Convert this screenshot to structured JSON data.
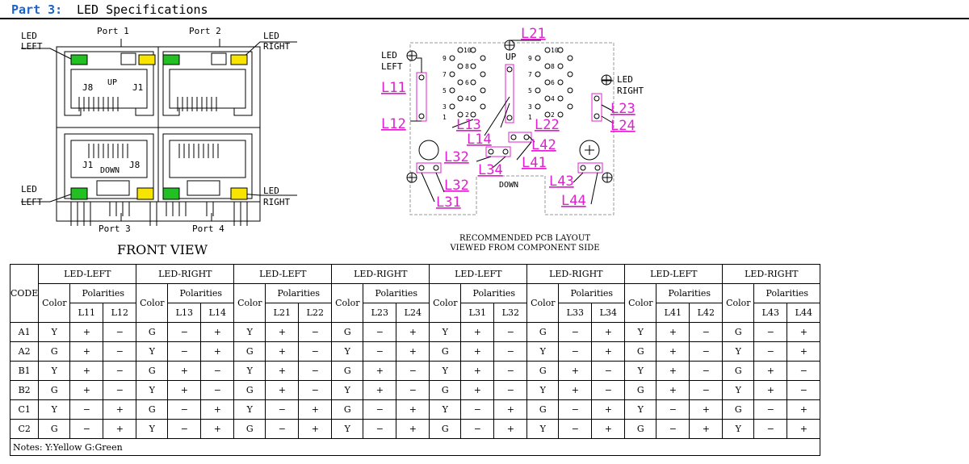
{
  "header": {
    "part_label": "Part 3:",
    "title": "LED Specifications"
  },
  "front_view": {
    "title": "FRONT VIEW",
    "labels": {
      "led_left_top": [
        "LED",
        "LEFT"
      ],
      "led_right_top": [
        "LED",
        "RIGHT"
      ],
      "led_left_bottom": [
        "LED",
        "LEFT"
      ],
      "led_right_bottom": [
        "LED",
        "RIGHT"
      ],
      "port1": "Port 1",
      "port2": "Port 2",
      "port3": "Port 3",
      "port4": "Port 4",
      "up": "UP",
      "down": "DOWN",
      "j8_top": "J8",
      "j1_top": "J1",
      "j1_bottom": "J1",
      "j8_bottom": "J8"
    },
    "colors": {
      "green": "#22c022",
      "yellow": "#f7e400"
    }
  },
  "pcb": {
    "caption_line1": "RECOMMENDED PCB LAYOUT",
    "caption_line2": "VIEWED FROM COMPONENT SIDE",
    "labels": {
      "led_left": [
        "LED",
        "LEFT"
      ],
      "led_right": [
        "LED",
        "RIGHT"
      ],
      "up": "UP",
      "down": "DOWN",
      "l11": "L11",
      "l12": "L12",
      "l13": "L13",
      "l14": "L14",
      "l21": "L21",
      "l22": "L22",
      "l23": "L23",
      "l24": "L24",
      "l31": "L31",
      "l32a": "L32",
      "l32b": "L32",
      "l34": "L34",
      "l41": "L41",
      "l42": "L42",
      "l43": "L43",
      "l44": "L44"
    },
    "pins": [
      "10",
      "9",
      "8",
      "7",
      "6",
      "5",
      "4",
      "3",
      "2",
      "1"
    ],
    "accent": "#e020d0"
  },
  "table": {
    "code_header": "CODE",
    "color_header": "Color",
    "polarities_header": "Polarities",
    "groups": [
      {
        "name": "LED-LEFT",
        "pols": [
          "L11",
          "L12"
        ]
      },
      {
        "name": "LED-RIGHT",
        "pols": [
          "L13",
          "L14"
        ]
      },
      {
        "name": "LED-LEFT",
        "pols": [
          "L21",
          "L22"
        ]
      },
      {
        "name": "LED-RIGHT",
        "pols": [
          "L23",
          "L24"
        ]
      },
      {
        "name": "LED-LEFT",
        "pols": [
          "L31",
          "L32"
        ]
      },
      {
        "name": "LED-RIGHT",
        "pols": [
          "L33",
          "L34"
        ]
      },
      {
        "name": "LED-LEFT",
        "pols": [
          "L41",
          "L42"
        ]
      },
      {
        "name": "LED-RIGHT",
        "pols": [
          "L43",
          "L44"
        ]
      }
    ],
    "rows": [
      {
        "code": "A1",
        "cells": [
          "Y",
          "+",
          "−",
          "G",
          "−",
          "+",
          "Y",
          "+",
          "−",
          "G",
          "−",
          "+",
          "Y",
          "+",
          "−",
          "G",
          "−",
          "+",
          "Y",
          "+",
          "−",
          "G",
          "−",
          "+"
        ]
      },
      {
        "code": "A2",
        "cells": [
          "G",
          "+",
          "−",
          "Y",
          "−",
          "+",
          "G",
          "+",
          "−",
          "Y",
          "−",
          "+",
          "G",
          "+",
          "−",
          "Y",
          "−",
          "+",
          "G",
          "+",
          "−",
          "Y",
          "−",
          "+"
        ]
      },
      {
        "code": "B1",
        "cells": [
          "Y",
          "+",
          "−",
          "G",
          "+",
          "−",
          "Y",
          "+",
          "−",
          "G",
          "+",
          "−",
          "Y",
          "+",
          "−",
          "G",
          "+",
          "−",
          "Y",
          "+",
          "−",
          "G",
          "+",
          "−"
        ]
      },
      {
        "code": "B2",
        "cells": [
          "G",
          "+",
          "−",
          "Y",
          "+",
          "−",
          "G",
          "+",
          "−",
          "Y",
          "+",
          "−",
          "G",
          "+",
          "−",
          "Y",
          "+",
          "−",
          "G",
          "+",
          "−",
          "Y",
          "+",
          "−"
        ]
      },
      {
        "code": "C1",
        "cells": [
          "Y",
          "−",
          "+",
          "G",
          "−",
          "+",
          "Y",
          "−",
          "+",
          "G",
          "−",
          "+",
          "Y",
          "−",
          "+",
          "G",
          "−",
          "+",
          "Y",
          "−",
          "+",
          "G",
          "−",
          "+"
        ]
      },
      {
        "code": "C2",
        "cells": [
          "G",
          "−",
          "+",
          "Y",
          "−",
          "+",
          "G",
          "−",
          "+",
          "Y",
          "−",
          "+",
          "G",
          "−",
          "+",
          "Y",
          "−",
          "+",
          "G",
          "−",
          "+",
          "Y",
          "−",
          "+"
        ]
      }
    ],
    "notes": "Notes:   Y:Yellow   G:Green"
  }
}
